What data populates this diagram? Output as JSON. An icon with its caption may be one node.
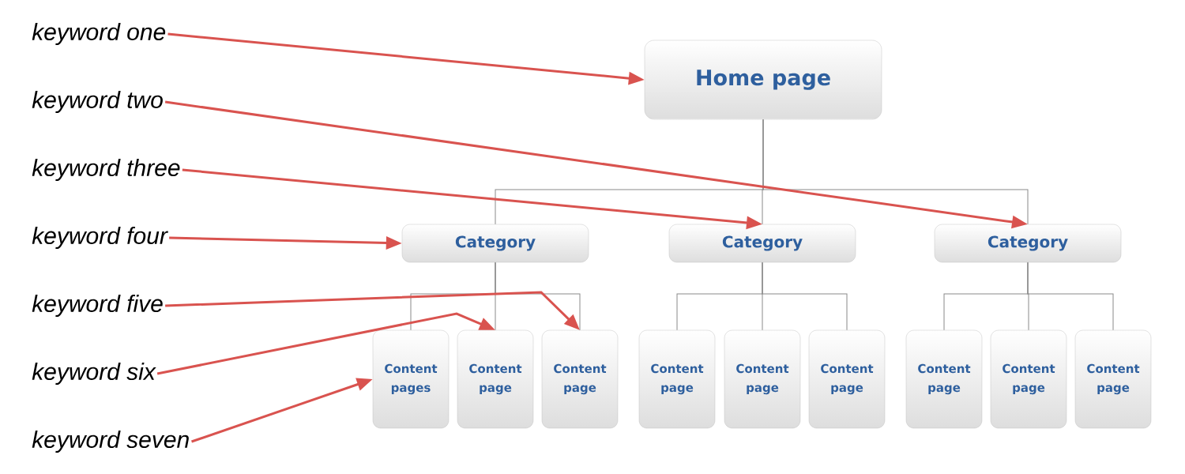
{
  "diagram": {
    "nodes": [
      {
        "text": [
          "keyword one"
        ]
      },
      {
        "text": [
          "keyword two"
        ]
      },
      {
        "text": [
          "keyword three"
        ]
      },
      {
        "text": [
          "keyword four"
        ]
      },
      {
        "text": [
          "keyword five"
        ]
      },
      {
        "text": [
          "keyword six"
        ]
      },
      {
        "text": [
          "keyword seven"
        ]
      },
      {
        "text": [
          "Home page"
        ]
      },
      {
        "text": [
          "Category"
        ]
      },
      {
        "text": [
          "Category"
        ]
      },
      {
        "text": [
          "Category"
        ]
      },
      {
        "text": [
          "Content pages"
        ]
      },
      {
        "text": [
          "Content page"
        ]
      },
      {
        "text": [
          "Content page"
        ]
      },
      {
        "text": [
          "Content page"
        ]
      },
      {
        "text": [
          "Content page"
        ]
      },
      {
        "text": [
          "Content page"
        ]
      },
      {
        "text": [
          "Content page"
        ]
      },
      {
        "text": [
          "Content page"
        ]
      },
      {
        "text": [
          "Content page"
        ]
      }
    ],
    "edges": [
      {
        "from": 7,
        "to": 8,
        "arrow": "none"
      },
      {
        "from": 7,
        "to": 9,
        "arrow": "none"
      },
      {
        "from": 7,
        "to": 10,
        "arrow": "none"
      },
      {
        "from": 8,
        "to": 11,
        "arrow": "none"
      },
      {
        "from": 8,
        "to": 12,
        "arrow": "none"
      },
      {
        "from": 8,
        "to": 13,
        "arrow": "none"
      },
      {
        "from": 9,
        "to": 14,
        "arrow": "none"
      },
      {
        "from": 9,
        "to": 15,
        "arrow": "none"
      },
      {
        "from": 9,
        "to": 16,
        "arrow": "none"
      },
      {
        "from": 10,
        "to": 17,
        "arrow": "none"
      },
      {
        "from": 10,
        "to": 18,
        "arrow": "none"
      },
      {
        "from": 10,
        "to": 19,
        "arrow": "none"
      },
      {
        "from": 0,
        "to": 7,
        "arrow": "to",
        "color": "#d9534f"
      },
      {
        "from": 1,
        "to": 10,
        "arrow": "to",
        "color": "#d9534f"
      },
      {
        "from": 2,
        "to": 9,
        "arrow": "to",
        "color": "#d9534f"
      },
      {
        "from": 3,
        "to": 8,
        "arrow": "to",
        "color": "#d9534f"
      },
      {
        "from": 4,
        "to": 13,
        "arrow": "to",
        "color": "#d9534f"
      },
      {
        "from": 5,
        "to": 12,
        "arrow": "to",
        "color": "#d9534f"
      },
      {
        "from": 6,
        "to": 11,
        "arrow": "to",
        "color": "#d9534f"
      }
    ]
  }
}
